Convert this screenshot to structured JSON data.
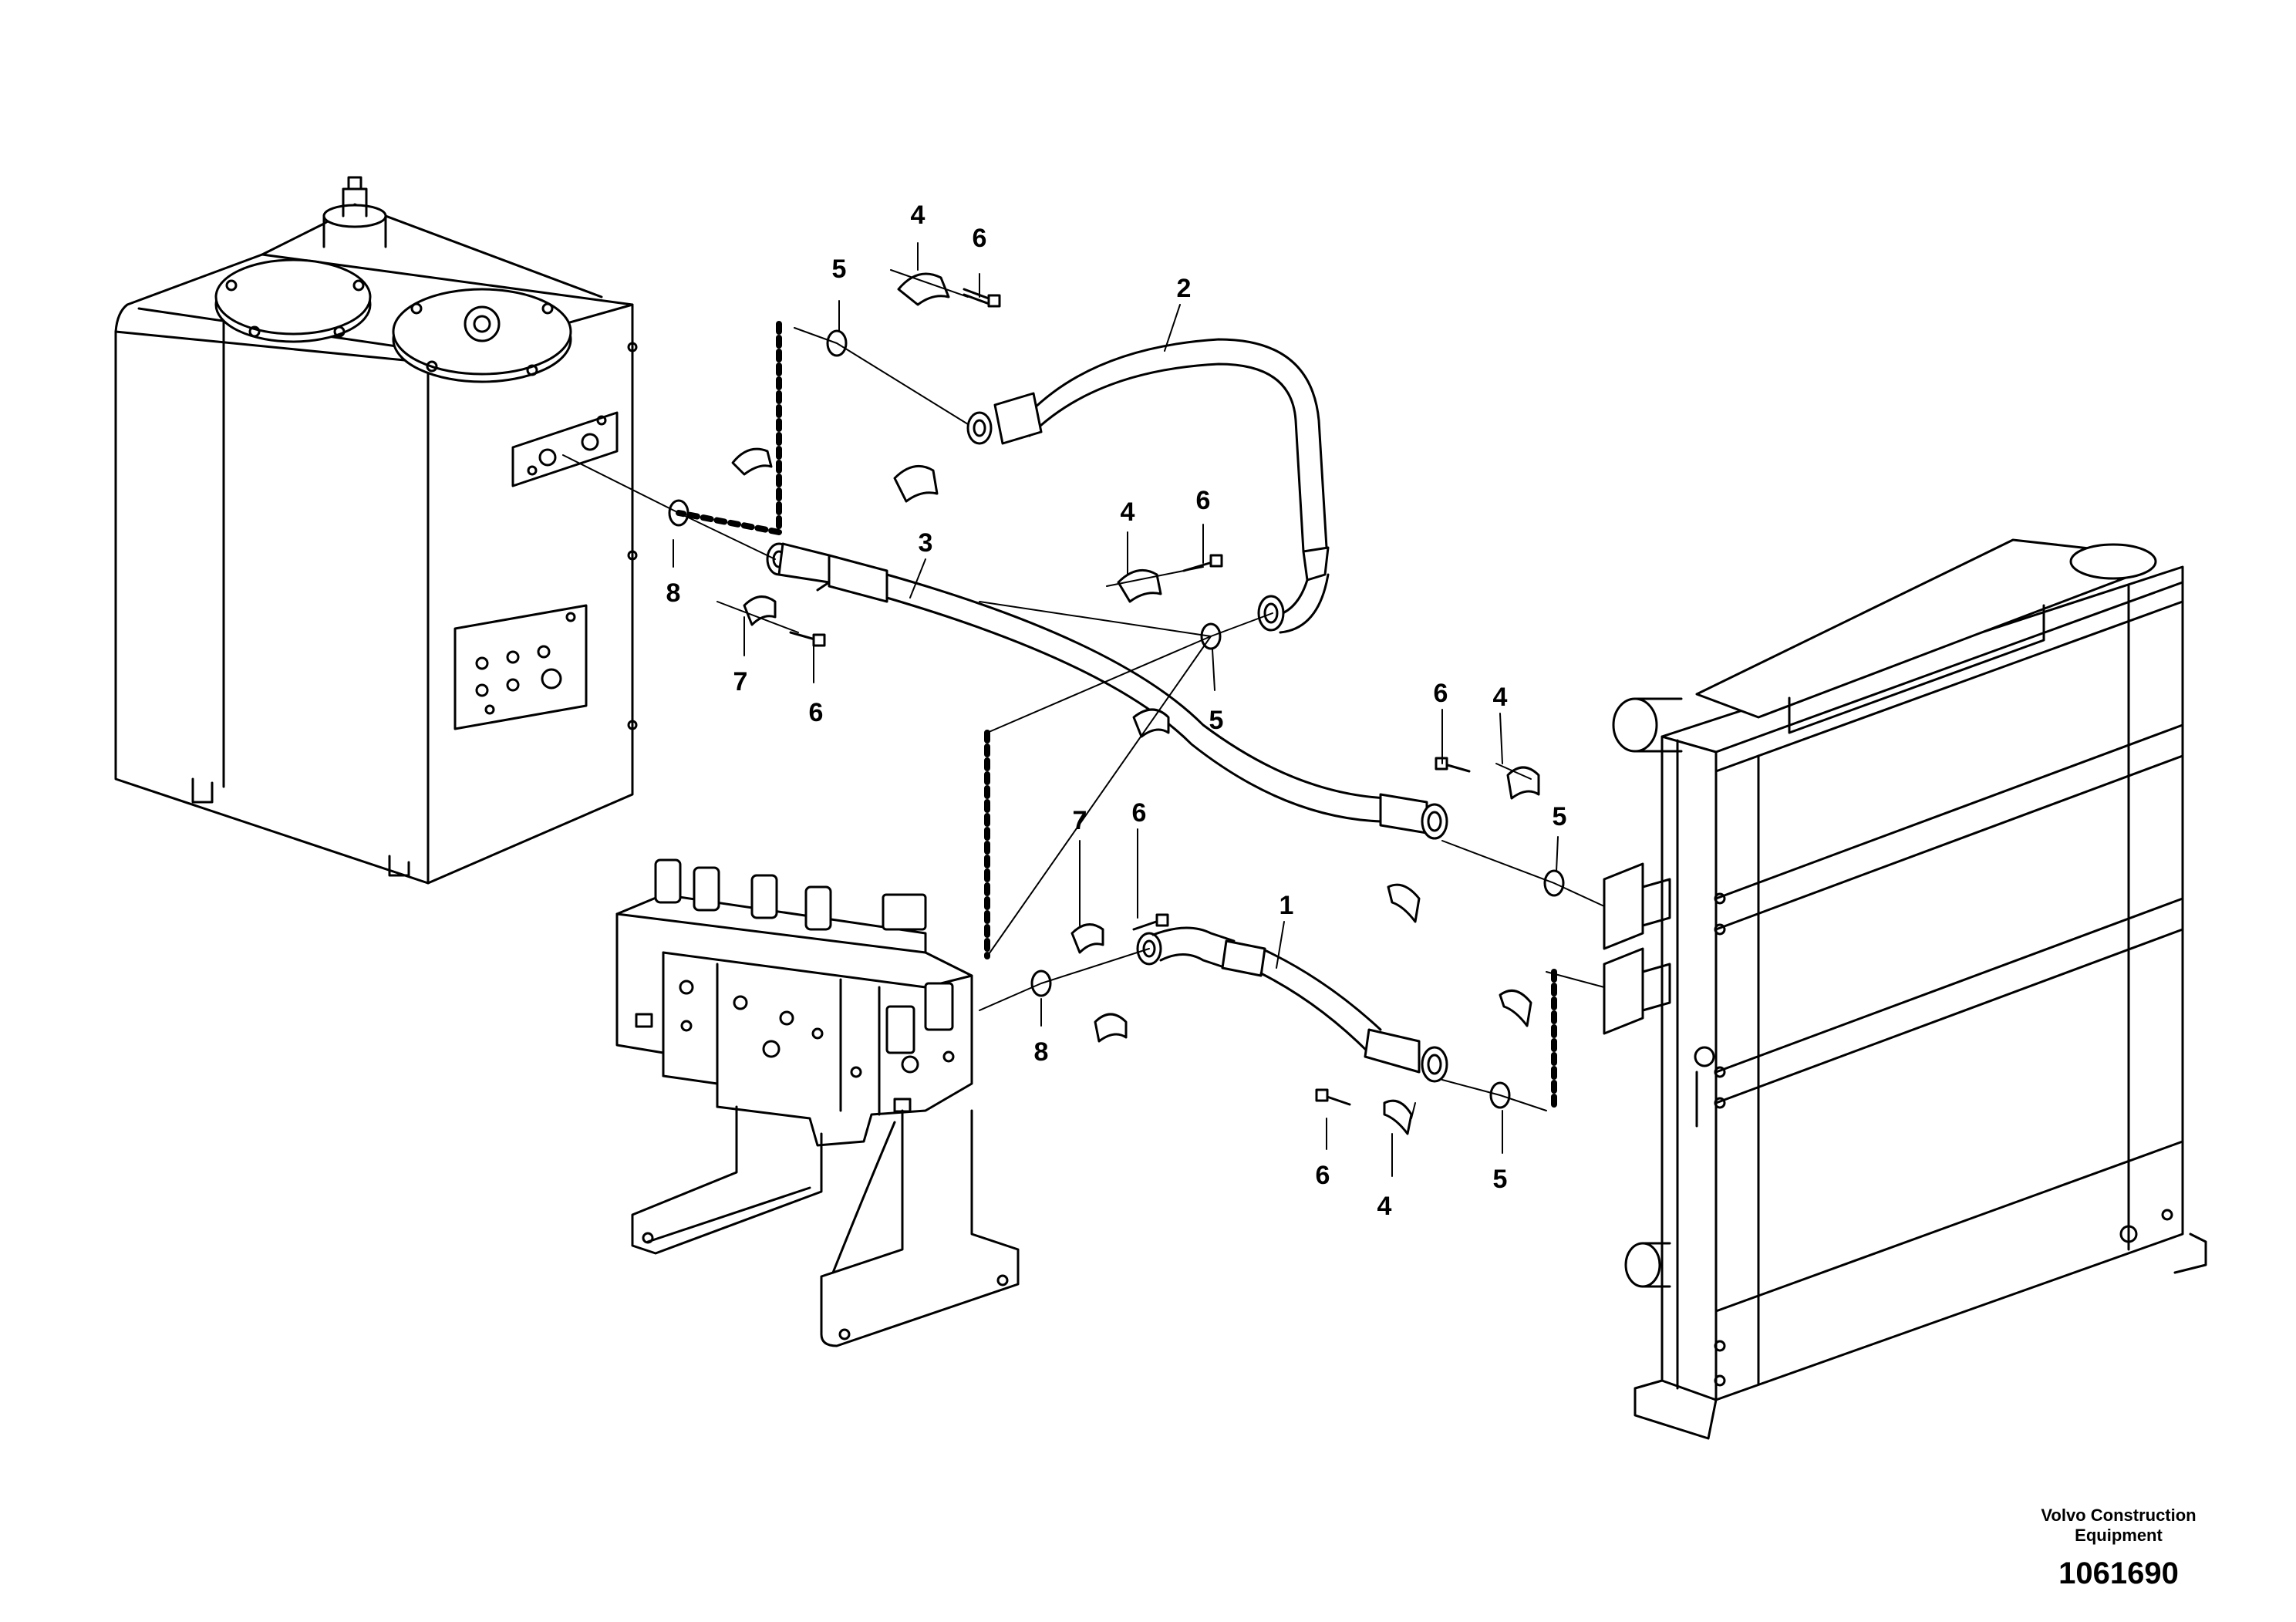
{
  "footer": {
    "company_line1": "Volvo Construction",
    "company_line2": "Equipment",
    "drawing_number": "1061690"
  },
  "callouts": [
    {
      "id": "c4a",
      "label": "4"
    },
    {
      "id": "c6a",
      "label": "6"
    },
    {
      "id": "c5a",
      "label": "5"
    },
    {
      "id": "c2",
      "label": "2"
    },
    {
      "id": "c4b",
      "label": "4"
    },
    {
      "id": "c6b",
      "label": "6"
    },
    {
      "id": "c3",
      "label": "3"
    },
    {
      "id": "c8a",
      "label": "8"
    },
    {
      "id": "c7a",
      "label": "7"
    },
    {
      "id": "c6c",
      "label": "6"
    },
    {
      "id": "c5b",
      "label": "5"
    },
    {
      "id": "c6d",
      "label": "6"
    },
    {
      "id": "c4c",
      "label": "4"
    },
    {
      "id": "c5c",
      "label": "5"
    },
    {
      "id": "c7b",
      "label": "7"
    },
    {
      "id": "c6e",
      "label": "6"
    },
    {
      "id": "c1",
      "label": "1"
    },
    {
      "id": "c8b",
      "label": "8"
    },
    {
      "id": "c6f",
      "label": "6"
    },
    {
      "id": "c4d",
      "label": "4"
    },
    {
      "id": "c5d",
      "label": "5"
    }
  ]
}
